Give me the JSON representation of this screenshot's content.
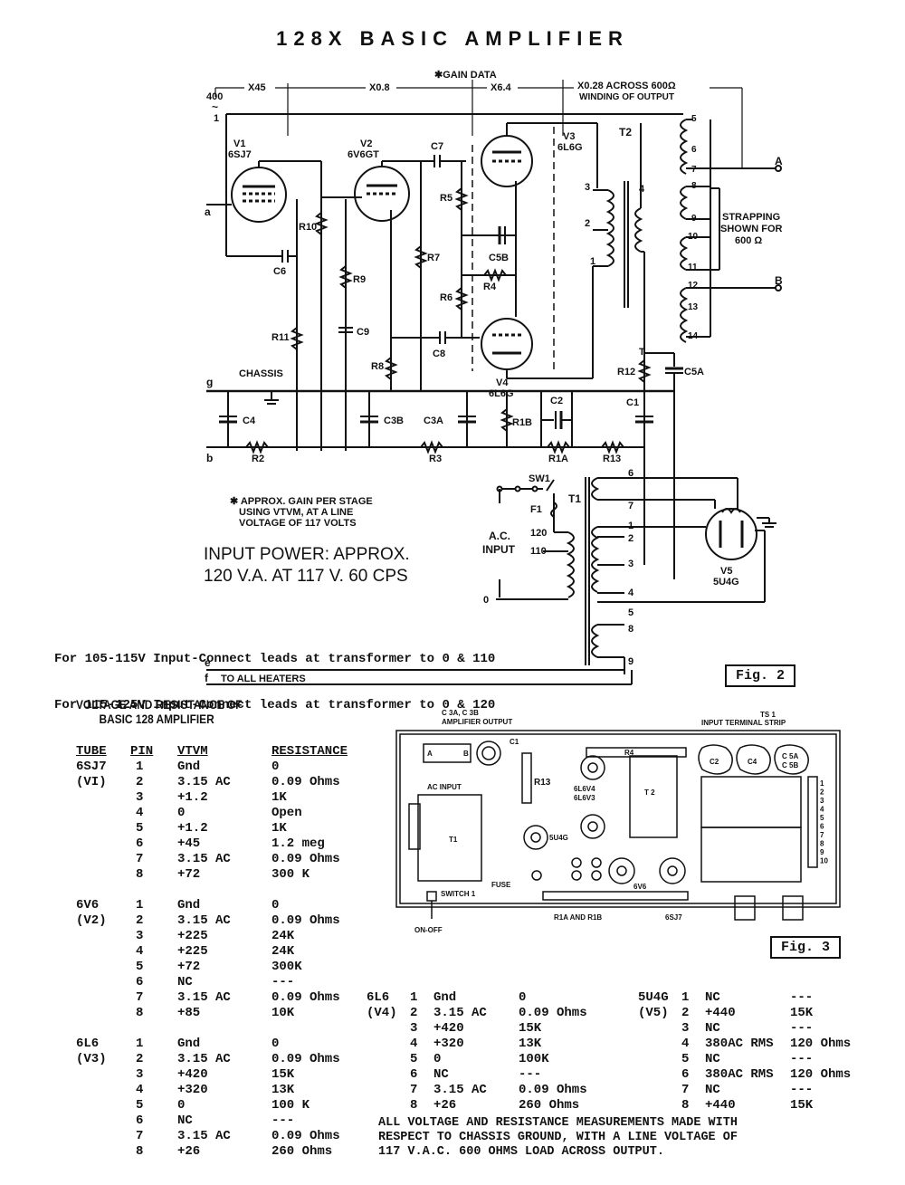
{
  "title": "128X BASIC AMPLIFIER",
  "gain_data": {
    "label": "✱GAIN DATA",
    "stages": [
      "X45",
      "X0.8",
      "X6.4"
    ],
    "output": [
      "X0.28 ACROSS 600Ω",
      "WINDING OF OUTPUT"
    ],
    "input_freq": "400",
    "input_symbol": "~",
    "input_level": "1"
  },
  "tubes": {
    "v1": {
      "ref": "V1",
      "type": "6SJ7"
    },
    "v2": {
      "ref": "V2",
      "type": "6V6GT"
    },
    "v3": {
      "ref": "V3",
      "type": "6L6G"
    },
    "v4": {
      "ref": "V4",
      "type": "6L6G"
    },
    "v5": {
      "ref": "V5",
      "type": "5U4G"
    }
  },
  "components": {
    "resistors": [
      "R1A",
      "R1B",
      "R2",
      "R3",
      "R4",
      "R5",
      "R6",
      "R7",
      "R8",
      "R9",
      "R10",
      "R11",
      "R12",
      "R13"
    ],
    "capacitors": [
      "C1",
      "C2",
      "C3A",
      "C3B",
      "C4",
      "C5A",
      "C5B",
      "C6",
      "C7",
      "C8",
      "C9"
    ],
    "transformers": [
      "T1",
      "T2"
    ],
    "switch": "SW1",
    "fuse": "F1",
    "chassis": "CHASSIS",
    "node_t": "T",
    "terminals": [
      "a",
      "g",
      "b",
      "e",
      "f"
    ]
  },
  "output_transformer": {
    "primary_taps": [
      "3",
      "2",
      "1",
      "4"
    ],
    "secondary_taps": [
      "5",
      "6",
      "7",
      "8",
      "9",
      "10",
      "11",
      "12",
      "13",
      "14"
    ],
    "outputs": [
      "A",
      "B"
    ],
    "strapping_note": [
      "STRAPPING",
      "SHOWN FOR",
      "600 Ω"
    ]
  },
  "power_transformer": {
    "ac_input": [
      "A.C.",
      "INPUT"
    ],
    "primary_taps": [
      "120",
      "110",
      "0"
    ],
    "secondary_taps": [
      "6",
      "7",
      "1",
      "2",
      "3",
      "4",
      "5",
      "8",
      "9"
    ]
  },
  "gain_note": [
    "✱ APPROX. GAIN PER STAGE",
    "USING VTVM, AT A LINE",
    "VOLTAGE OF  117 VOLTS"
  ],
  "input_power": [
    "INPUT  POWER: APPROX.",
    "120 V.A.  AT  117 V.  60 CPS"
  ],
  "instructions": [
    "For 105-115V Input-Connect leads at transformer to 0 & 110",
    "For 115-125V Input-Connect leads at transformer to 0 & 120"
  ],
  "heaters_label": "TO ALL HEATERS",
  "fig2_label": "Fig. 2",
  "fig3_label": "Fig. 3",
  "chassis_layout": {
    "labels": {
      "c3": "C 3A, C 3B",
      "amp_out": "AMPLIFIER  OUTPUT",
      "ts1": "TS 1",
      "ts1_desc": "INPUT TERMINAL STRIP",
      "c1": "C1",
      "r4": "R4",
      "r13": "R13",
      "ac_input": "AC INPUT",
      "t1": "T1",
      "t2": "T 2",
      "c2": "C2",
      "c4": "C4",
      "c5a": "C 5A",
      "c5b": "C 5B",
      "v4": "6L6V4",
      "v3": "6L6V3",
      "u4g": "5U4G",
      "v6": "6V6",
      "sj7": "6SJ7",
      "fuse": "FUSE",
      "switch": "SWITCH 1",
      "onoff": "ON-OFF",
      "r1": "R1A  AND R1B",
      "a": "A",
      "b": "B"
    },
    "terminal_numbers": [
      "1",
      "2",
      "3",
      "4",
      "5",
      "6",
      "7",
      "8",
      "9",
      "10"
    ]
  },
  "vr_table": {
    "title": [
      "VOLTAGE AND RESISTANCE OF",
      "BASIC 128 AMPLIFIER"
    ],
    "headers": [
      "TUBE",
      "PIN",
      "VTVM",
      "RESISTANCE"
    ],
    "groups": [
      {
        "tube": "6SJ7",
        "ref": "(VI)",
        "rows": [
          [
            "1",
            "Gnd",
            "0"
          ],
          [
            "2",
            "3.15 AC",
            "0.09 Ohms"
          ],
          [
            "3",
            "+1.2",
            "1K"
          ],
          [
            "4",
            "0",
            "Open"
          ],
          [
            "5",
            "+1.2",
            "1K"
          ],
          [
            "6",
            "+45",
            "1.2 meg"
          ],
          [
            "7",
            "3.15 AC",
            "0.09 Ohms"
          ],
          [
            "8",
            "+72",
            "300 K"
          ]
        ]
      },
      {
        "tube": "6V6",
        "ref": "(V2)",
        "rows": [
          [
            "1",
            "Gnd",
            "0"
          ],
          [
            "2",
            "3.15 AC",
            "0.09 Ohms"
          ],
          [
            "3",
            "+225",
            "24K"
          ],
          [
            "4",
            "+225",
            "24K"
          ],
          [
            "5",
            "+72",
            "300K"
          ],
          [
            "6",
            "NC",
            "---"
          ],
          [
            "7",
            "3.15 AC",
            "0.09 Ohms"
          ],
          [
            "8",
            "+85",
            "10K"
          ]
        ]
      },
      {
        "tube": "6L6",
        "ref": "(V3)",
        "rows": [
          [
            "1",
            "Gnd",
            "0"
          ],
          [
            "2",
            "3.15 AC",
            "0.09 Ohms"
          ],
          [
            "3",
            "+420",
            "15K"
          ],
          [
            "4",
            "+320",
            "13K"
          ],
          [
            "5",
            "0",
            "100 K"
          ],
          [
            "6",
            "NC",
            "---"
          ],
          [
            "7",
            "3.15 AC",
            "0.09 Ohms"
          ],
          [
            "8",
            "+26",
            "260 Ohms"
          ]
        ]
      },
      {
        "tube": "6L6",
        "ref": "(V4)",
        "rows": [
          [
            "1",
            "Gnd",
            "0"
          ],
          [
            "2",
            "3.15 AC",
            "0.09 Ohms"
          ],
          [
            "3",
            "+420",
            "15K"
          ],
          [
            "4",
            "+320",
            "13K"
          ],
          [
            "5",
            "0",
            "100K"
          ],
          [
            "6",
            "NC",
            "---"
          ],
          [
            "7",
            "3.15 AC",
            "0.09 Ohms"
          ],
          [
            "8",
            "+26",
            "260 Ohms"
          ]
        ]
      },
      {
        "tube": "5U4G",
        "ref": "(V5)",
        "rows": [
          [
            "1",
            "NC",
            "---"
          ],
          [
            "2",
            "+440",
            "15K"
          ],
          [
            "3",
            "NC",
            "---"
          ],
          [
            "4",
            "380AC RMS",
            "120 Ohms"
          ],
          [
            "5",
            "NC",
            "---"
          ],
          [
            "6",
            "380AC RMS",
            "120 Ohms"
          ],
          [
            "7",
            "NC",
            "---"
          ],
          [
            "8",
            "+440",
            "15K"
          ]
        ]
      }
    ],
    "footnote": [
      "ALL VOLTAGE AND RESISTANCE MEASUREMENTS MADE WITH",
      "RESPECT TO CHASSIS GROUND, WITH A LINE VOLTAGE OF",
      "117 V.A.C. 600 OHMS LOAD ACROSS OUTPUT."
    ]
  }
}
